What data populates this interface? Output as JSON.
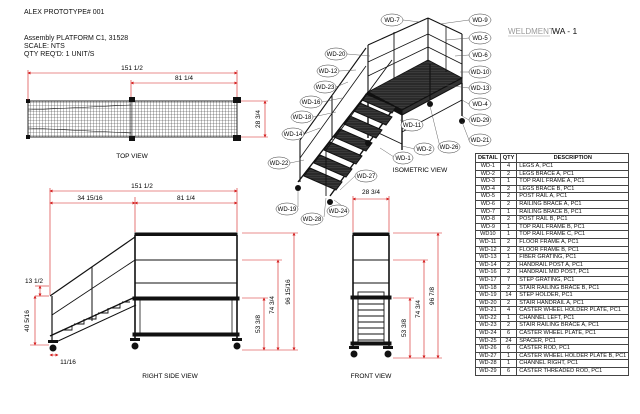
{
  "title_block": {
    "prototype": "ALEX PROTOTYPE# 001",
    "assembly": "Assembly PLATFORM C1, 31528",
    "scale": "SCALE: NTS",
    "qty": "QTY REQ'D: 1 UNIT/S",
    "weldment_prefix": "WELDMENT -",
    "weldment_id": "WA - 1"
  },
  "views": {
    "top": "TOP VIEW",
    "right_side": "RIGHT SIDE VIEW",
    "front": "FRONT VIEW",
    "isometric": "ISOMETRIC VIEW"
  },
  "dimensions": {
    "top_overall": "151 1/2",
    "top_platform": "81 1/4",
    "top_width": "28 3/4",
    "side_overall": "151 1/2",
    "side_stair": "34 15/16",
    "side_platform": "81 1/4",
    "side_rise": "13 1/2",
    "side_run": "40 5/16",
    "side_foot": "11/16",
    "side_h1": "53 3/8",
    "side_h2": "74 3/4",
    "side_h3": "96 15/16",
    "front_width": "28 3/4",
    "front_h1": "53 3/8",
    "front_h2": "74 3/4",
    "front_h3": "96 7/8"
  },
  "balloons": {
    "wd7": "WD-7",
    "wd9": "WD-9",
    "wd5": "WD-5",
    "wd6": "WD-6",
    "wd10": "WD-10",
    "wd13": "WD-13",
    "wd20": "WD-20",
    "wd12": "WD-12",
    "wd23": "WD-23",
    "wd16": "WD-16",
    "wd18": "WD-18",
    "wd14": "WD-14",
    "wd11": "WD-11",
    "wd4": "WD-4",
    "wd29": "WD-29",
    "wd21": "WD-21",
    "wd26": "WD-26",
    "wd2": "WD-2",
    "wd1": "WD-1",
    "wd22": "WD-22",
    "wd27": "WD-27",
    "wd19": "WD-19",
    "wd28": "WD-28",
    "wd24": "WD-24"
  },
  "bom": {
    "headers": {
      "detail": "DETAIL",
      "qty": "QTY",
      "description": "DESCRIPTION"
    },
    "rows": [
      {
        "detail": "WD-1",
        "qty": "4",
        "desc": "LEGS A, PC1"
      },
      {
        "detail": "WD-2",
        "qty": "2",
        "desc": "LEGS BRACE A, PC1"
      },
      {
        "detail": "WD-3",
        "qty": "1",
        "desc": "TOP RAIL FRAME A, PC1"
      },
      {
        "detail": "WD-4",
        "qty": "2",
        "desc": "LEGS BRACE B, PC1"
      },
      {
        "detail": "WD-5",
        "qty": "2",
        "desc": "POST RAIL A, PC1"
      },
      {
        "detail": "WD-6",
        "qty": "2",
        "desc": "RAILING BRACE A, PC1"
      },
      {
        "detail": "WD-7",
        "qty": "1",
        "desc": "RAILING BRACE B, PC1"
      },
      {
        "detail": "WD-8",
        "qty": "2",
        "desc": "POST RAIL B, PC1"
      },
      {
        "detail": "WD-9",
        "qty": "1",
        "desc": "TOP RAIL FRAME B, PC1"
      },
      {
        "detail": "WD10",
        "qty": "1",
        "desc": "TOP RAIL FRAME C, PC1"
      },
      {
        "detail": "WD-11",
        "qty": "2",
        "desc": "FLOOR FRAME A, PC1"
      },
      {
        "detail": "WD-12",
        "qty": "2",
        "desc": "FLOOR FRAME B, PC1"
      },
      {
        "detail": "WD-13",
        "qty": "1",
        "desc": "FIBER GRATING, PC1"
      },
      {
        "detail": "WD-14",
        "qty": "2",
        "desc": "HANDRAIL POST A, PC1"
      },
      {
        "detail": "WD-16",
        "qty": "2",
        "desc": "HANDRAIL MID POST, PC1"
      },
      {
        "detail": "WD-17",
        "qty": "7",
        "desc": "STEP GRATING, PC1"
      },
      {
        "detail": "WD-18",
        "qty": "2",
        "desc": "STAIR RAILING BRACE B, PC1"
      },
      {
        "detail": "WD-19",
        "qty": "14",
        "desc": "STEP HOLDER, PC1"
      },
      {
        "detail": "WD-20",
        "qty": "2",
        "desc": "STAIR HANDRAIL A, PC1"
      },
      {
        "detail": "WD-21",
        "qty": "4",
        "desc": "CASTER WHEEL HOLDER PLATE, PC1"
      },
      {
        "detail": "WD-22",
        "qty": "1",
        "desc": "CHANNEL LEFT, PC1"
      },
      {
        "detail": "WD-23",
        "qty": "2",
        "desc": "STAIR RAILING BRACE A, PC1"
      },
      {
        "detail": "WD-24",
        "qty": "6",
        "desc": "CASTER WHEEL PLATE, PC1"
      },
      {
        "detail": "WD-25",
        "qty": "24",
        "desc": "SPACER, PC1"
      },
      {
        "detail": "WD-26",
        "qty": "6",
        "desc": "CASTER ROD, PC1"
      },
      {
        "detail": "WD-27",
        "qty": "1",
        "desc": "CASTER WHEEL HOLDER PLATE B, PC1"
      },
      {
        "detail": "WD-28",
        "qty": "1",
        "desc": "CHANNEL RIGHT, PC1"
      },
      {
        "detail": "WD-29",
        "qty": "6",
        "desc": "CASTER THREADED ROD, PC1"
      }
    ]
  },
  "colors": {
    "dimension": "#d41c1c",
    "line": "#1a1a1a",
    "weldment": "#9a9a9a"
  }
}
